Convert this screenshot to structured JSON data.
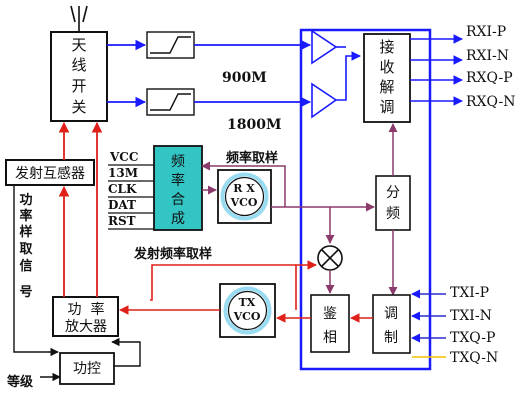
{
  "blocks": {
    "antenna_switch": [
      "天",
      "线",
      "开",
      "关"
    ],
    "transmit_coupler": "发射互感器",
    "power_sampling": [
      "功",
      "率",
      "样",
      "取",
      "信",
      "号"
    ],
    "synthesizer": [
      "频",
      "率",
      "合",
      "成"
    ],
    "rx_vco": [
      "R X",
      "VCO"
    ],
    "tx_vco": [
      "TX",
      "VCO"
    ],
    "demodulator": [
      "接",
      "收",
      "解",
      "调"
    ],
    "divider": [
      "分",
      "频"
    ],
    "phase_detector": [
      "鉴",
      "相"
    ],
    "modulator": [
      "调",
      "制"
    ],
    "power_amp_line1": "功  率",
    "power_amp_line2": "放大器",
    "power_control": "功控",
    "level": "等级"
  },
  "band_labels": {
    "low": "900M",
    "high": "1800M"
  },
  "sampling_labels": {
    "frequency": "频率取样",
    "tx_frequency": "发射频率取样"
  },
  "control_signals": [
    "VCC",
    "13M",
    "CLK",
    "DAT",
    "RST"
  ],
  "outputs": [
    "RXI-P",
    "RXI-N",
    "RXQ-P",
    "RXQ-N"
  ],
  "inputs": [
    "TXI-P",
    "TXI-N",
    "TXQ-P",
    "TXQ-N"
  ],
  "colors": {
    "main_box": "#1a1aff",
    "synth_fill": "#33c4c4",
    "vco_fill": "#ffffff",
    "vco_ring": "#99dcf2",
    "feedback_red": "#e0201a",
    "sample_purple": "#8a3a6b",
    "tx_input": "#2b2bcc",
    "txq_n_line": "#f2c200"
  }
}
